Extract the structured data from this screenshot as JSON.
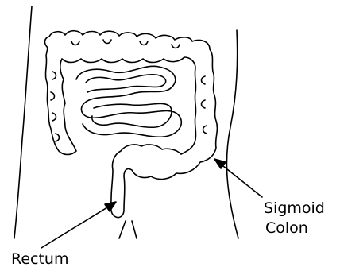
{
  "labels": {
    "sigmoid_colon_line1": "Sigmoid",
    "sigmoid_colon_line2": "Colon",
    "rectum": "Rectum"
  },
  "colors": {
    "ink": "#000000",
    "background": "#ffffff"
  }
}
